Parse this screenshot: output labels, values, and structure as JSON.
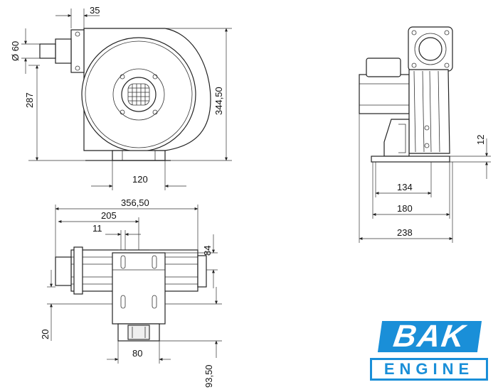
{
  "dimensions": {
    "front": {
      "flange_width": "35",
      "flange_diameter": "Ø 60",
      "shaft_height": "287",
      "total_height": "344,50",
      "base_width": "120"
    },
    "side": {
      "base_thickness": "12",
      "hole_spacing": "134",
      "mount_width": "180",
      "total_depth": "238"
    },
    "top": {
      "total_length": "356,50",
      "center_offset": "205",
      "slot_offset": "11",
      "upper_width": "84",
      "lower_offset": "20",
      "outlet_width": "80",
      "lower_depth": "93,50"
    }
  },
  "logo": {
    "brand": "BAK",
    "tagline": "ENGINE"
  },
  "colors": {
    "logo_blue": "#1a8fd8",
    "line": "#222222"
  }
}
